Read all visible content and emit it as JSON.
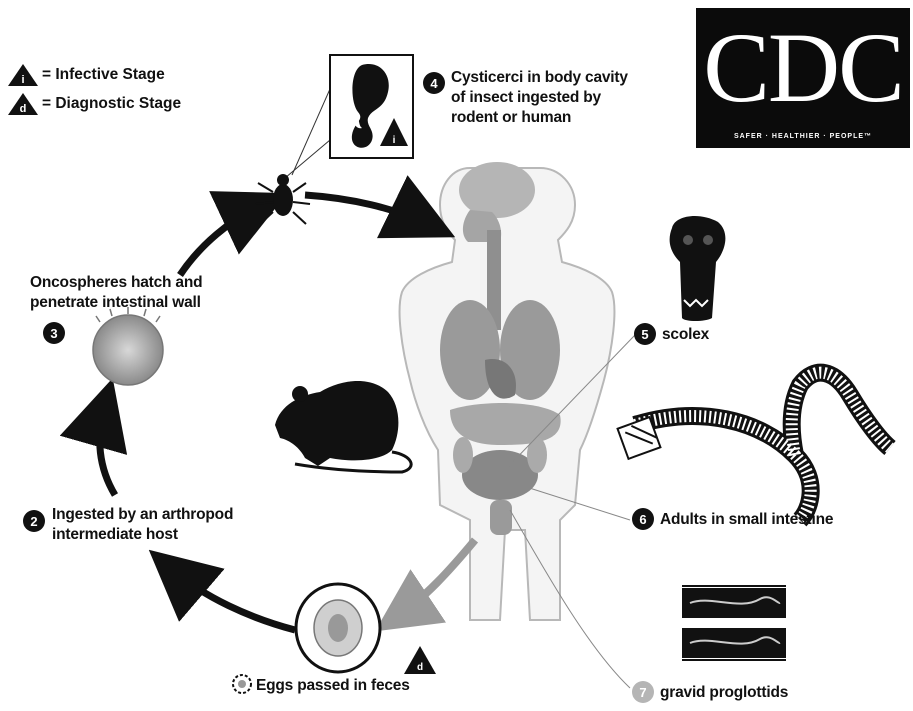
{
  "legend": {
    "infective_marker": "i",
    "infective_label": "= Infective Stage",
    "diagnostic_marker": "d",
    "diagnostic_label": "= Diagnostic Stage"
  },
  "logo": {
    "text": "CDC",
    "tagline": "SAFER · HEALTHIER · PEOPLE™"
  },
  "stages": [
    {
      "number": "2",
      "text": [
        "Ingested by an arthropod",
        "intermediate host"
      ]
    },
    {
      "number": "3",
      "text": [
        "Oncospheres hatch and",
        "penetrate intestinal wall"
      ]
    },
    {
      "number": "4",
      "text": [
        "Cysticerci in body cavity",
        "of insect ingested by",
        "rodent or human"
      ]
    },
    {
      "number": "5",
      "text": [
        "scolex"
      ]
    },
    {
      "number": "6",
      "text": [
        "Adults in small intestine"
      ]
    },
    {
      "number": "7",
      "text": [
        "gravid proglottids"
      ]
    },
    {
      "number": "",
      "text": [
        "Eggs passed in feces"
      ]
    }
  ],
  "colors": {
    "ink": "#111111",
    "organ_grey": "#9a9a9a",
    "body_outline": "#b8b8b8",
    "logo_bg": "#0b0b0b"
  }
}
